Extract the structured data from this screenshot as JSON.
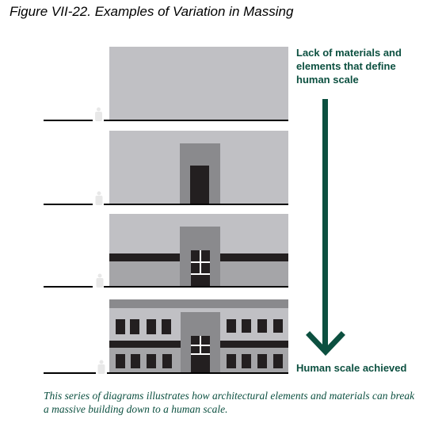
{
  "title": "Figure VII-22. Examples of Variation in Massing",
  "annotations": {
    "top": "Lack of materials and elements that define human scale",
    "bottom": "Human scale achieved"
  },
  "caption": "This series of diagrams illustrates how architectural elements and materials can break a massive building down to a human scale.",
  "colors": {
    "facade": "#c0c0c4",
    "entry_mass": "#8a8a8d",
    "dark_elements": "#231f20",
    "ground_line": "#000000",
    "figure": "#e8e8e8",
    "arrow": "#0c5040",
    "text_green": "#0c5040"
  },
  "stages": [
    {
      "name": "plain-mass",
      "features": []
    },
    {
      "name": "entry-added",
      "features": [
        "entry-mass",
        "door"
      ]
    },
    {
      "name": "band-and-window",
      "features": [
        "entry-mass",
        "dark-band",
        "window-over-door"
      ]
    },
    {
      "name": "human-scale",
      "features": [
        "roof-band",
        "entry-mass",
        "dark-band",
        "window-over-door",
        "window-rows"
      ]
    }
  ]
}
